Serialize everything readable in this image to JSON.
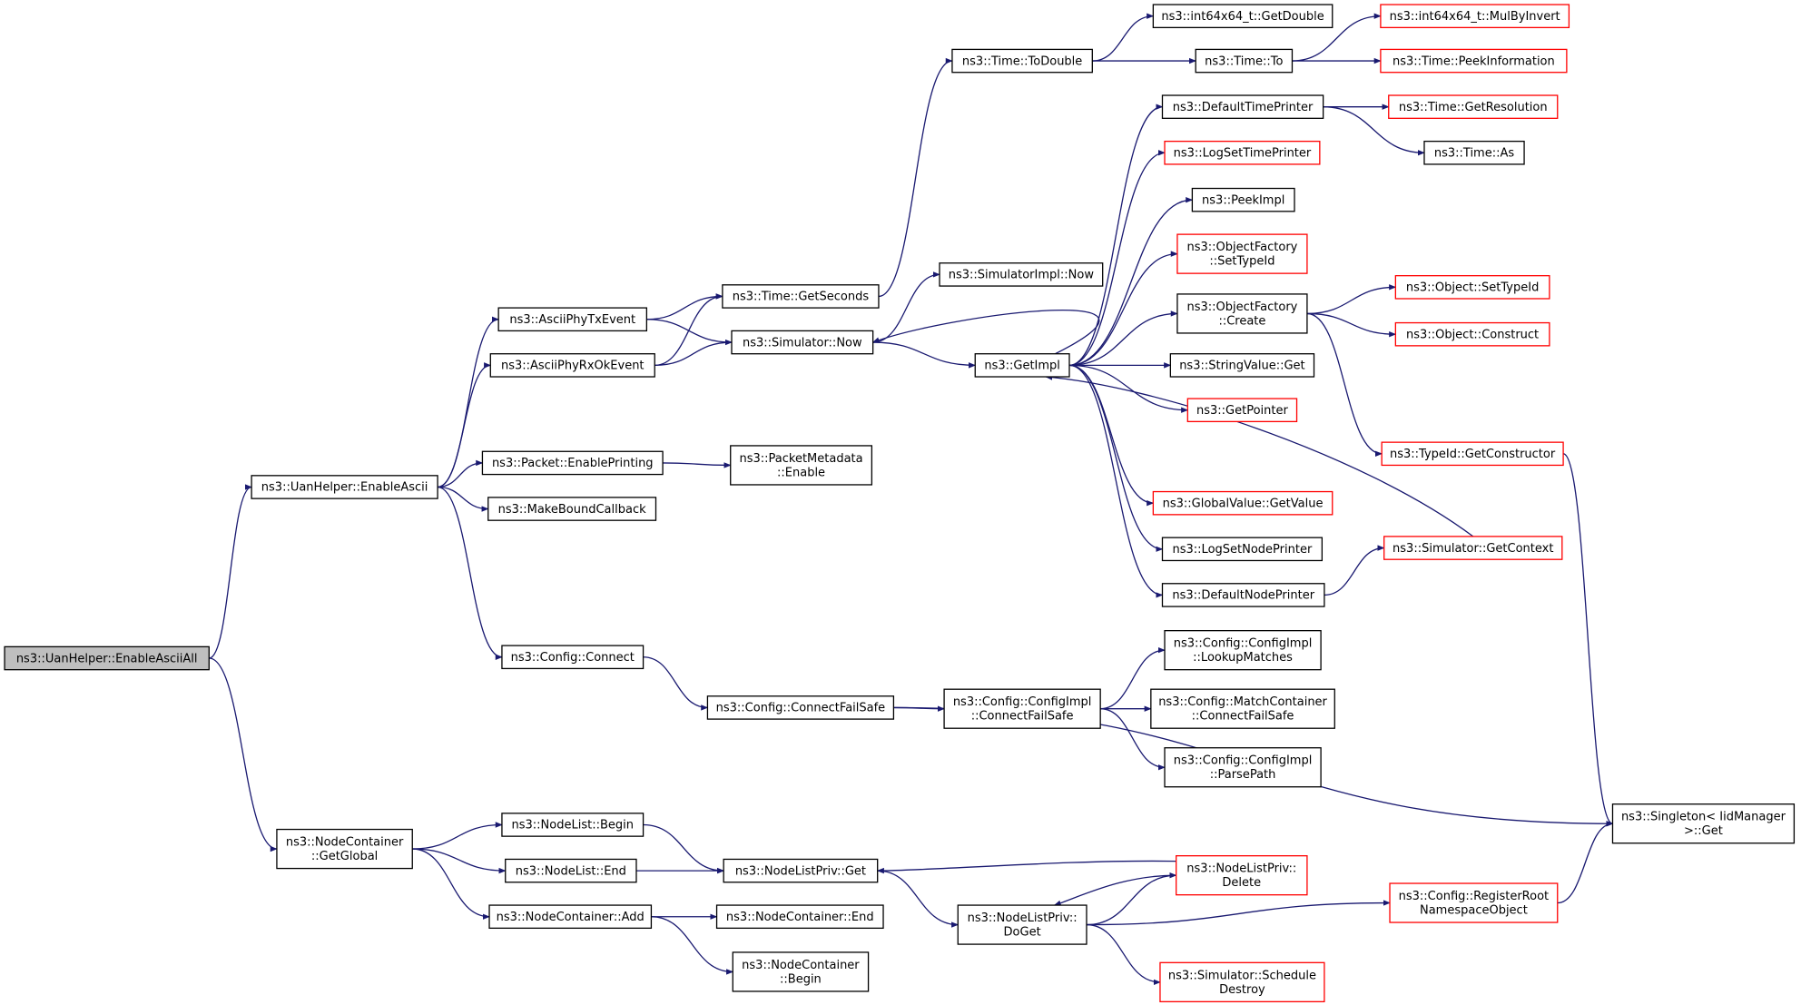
{
  "diagram": {
    "type": "call-graph",
    "colors": {
      "edge": "#191970",
      "root_fill": "#bfbfbf",
      "truncated_border": "#ff0000",
      "normal_border": "#000000"
    },
    "nodes": [
      {
        "id": "root",
        "lines": [
          "ns3::UanHelper::EnableAsciiAll"
        ],
        "style": "root"
      },
      {
        "id": "enableAscii",
        "lines": [
          "ns3::UanHelper::EnableAscii"
        ]
      },
      {
        "id": "getGlobal",
        "lines": [
          "ns3::NodeContainer",
          "::GetGlobal"
        ]
      },
      {
        "id": "txEvent",
        "lines": [
          "ns3::AsciiPhyTxEvent"
        ]
      },
      {
        "id": "rxOkEvent",
        "lines": [
          "ns3::AsciiPhyRxOkEvent"
        ]
      },
      {
        "id": "enablePrinting",
        "lines": [
          "ns3::Packet::EnablePrinting"
        ]
      },
      {
        "id": "makeBound",
        "lines": [
          "ns3::MakeBoundCallback"
        ]
      },
      {
        "id": "cfgConnect",
        "lines": [
          "ns3::Config::Connect"
        ]
      },
      {
        "id": "getSeconds",
        "lines": [
          "ns3::Time::GetSeconds"
        ]
      },
      {
        "id": "simNow",
        "lines": [
          "ns3::Simulator::Now"
        ]
      },
      {
        "id": "pmEnable",
        "lines": [
          "ns3::PacketMetadata",
          "::Enable"
        ]
      },
      {
        "id": "connectFailSafe",
        "lines": [
          "ns3::Config::ConnectFailSafe"
        ]
      },
      {
        "id": "toDouble",
        "lines": [
          "ns3::Time::ToDouble"
        ]
      },
      {
        "id": "implNow",
        "lines": [
          "ns3::SimulatorImpl::Now"
        ]
      },
      {
        "id": "getImpl",
        "lines": [
          "ns3::GetImpl"
        ]
      },
      {
        "id": "ciConnectFailSafe",
        "lines": [
          "ns3::Config::ConfigImpl",
          "::ConnectFailSafe"
        ]
      },
      {
        "id": "getDouble",
        "lines": [
          "ns3::int64x64_t::GetDouble"
        ]
      },
      {
        "id": "timeTo",
        "lines": [
          "ns3::Time::To"
        ]
      },
      {
        "id": "defTimePrinter",
        "lines": [
          "ns3::DefaultTimePrinter"
        ]
      },
      {
        "id": "logSetTime",
        "lines": [
          "ns3::LogSetTimePrinter"
        ],
        "style": "red"
      },
      {
        "id": "peekImpl",
        "lines": [
          "ns3::PeekImpl"
        ]
      },
      {
        "id": "ofSetTypeId",
        "lines": [
          "ns3::ObjectFactory",
          "::SetTypeId"
        ],
        "style": "red"
      },
      {
        "id": "ofCreate",
        "lines": [
          "ns3::ObjectFactory",
          "::Create"
        ]
      },
      {
        "id": "svGet",
        "lines": [
          "ns3::StringValue::Get"
        ]
      },
      {
        "id": "getPointer",
        "lines": [
          "ns3::GetPointer"
        ],
        "style": "red"
      },
      {
        "id": "gvGetValue",
        "lines": [
          "ns3::GlobalValue::GetValue"
        ],
        "style": "red"
      },
      {
        "id": "logSetNode",
        "lines": [
          "ns3::LogSetNodePrinter"
        ]
      },
      {
        "id": "defNodePrinter",
        "lines": [
          "ns3::DefaultNodePrinter"
        ]
      },
      {
        "id": "lookupMatches",
        "lines": [
          "ns3::Config::ConfigImpl",
          "::LookupMatches"
        ]
      },
      {
        "id": "mcConnectFailSafe",
        "lines": [
          "ns3::Config::MatchContainer",
          "::ConnectFailSafe"
        ]
      },
      {
        "id": "parsePath",
        "lines": [
          "ns3::Config::ConfigImpl",
          "::ParsePath"
        ]
      },
      {
        "id": "mulByInvert",
        "lines": [
          "ns3::int64x64_t::MulByInvert"
        ],
        "style": "red"
      },
      {
        "id": "peekInfo",
        "lines": [
          "ns3::Time::PeekInformation"
        ],
        "style": "red"
      },
      {
        "id": "getResolution",
        "lines": [
          "ns3::Time::GetResolution"
        ],
        "style": "red"
      },
      {
        "id": "timeAs",
        "lines": [
          "ns3::Time::As"
        ]
      },
      {
        "id": "objSetTypeId",
        "lines": [
          "ns3::Object::SetTypeId"
        ],
        "style": "red"
      },
      {
        "id": "objConstruct",
        "lines": [
          "ns3::Object::Construct"
        ],
        "style": "red"
      },
      {
        "id": "getConstructor",
        "lines": [
          "ns3::TypeId::GetConstructor"
        ],
        "style": "red"
      },
      {
        "id": "simGetContext",
        "lines": [
          "ns3::Simulator::GetContext"
        ],
        "style": "red"
      },
      {
        "id": "singletonGet",
        "lines": [
          "ns3::Singleton< IidManager",
          " >::Get"
        ]
      },
      {
        "id": "nlBegin",
        "lines": [
          "ns3::NodeList::Begin"
        ]
      },
      {
        "id": "nlEnd",
        "lines": [
          "ns3::NodeList::End"
        ]
      },
      {
        "id": "ncAdd",
        "lines": [
          "ns3::NodeContainer::Add"
        ]
      },
      {
        "id": "nlpGet",
        "lines": [
          "ns3::NodeListPriv::Get"
        ]
      },
      {
        "id": "ncEnd",
        "lines": [
          "ns3::NodeContainer::End"
        ]
      },
      {
        "id": "ncBegin",
        "lines": [
          "ns3::NodeContainer",
          "::Begin"
        ]
      },
      {
        "id": "nlpDoGet",
        "lines": [
          "ns3::NodeListPriv::",
          "DoGet"
        ]
      },
      {
        "id": "nlpDelete",
        "lines": [
          "ns3::NodeListPriv::",
          "Delete"
        ],
        "style": "red"
      },
      {
        "id": "registerRoot",
        "lines": [
          "ns3::Config::RegisterRoot",
          "NamespaceObject"
        ],
        "style": "red"
      },
      {
        "id": "scheduleDestroy",
        "lines": [
          "ns3::Simulator::Schedule",
          "Destroy"
        ],
        "style": "red"
      }
    ],
    "edges": [
      [
        "root",
        "enableAscii"
      ],
      [
        "root",
        "getGlobal"
      ],
      [
        "enableAscii",
        "txEvent"
      ],
      [
        "enableAscii",
        "rxOkEvent"
      ],
      [
        "enableAscii",
        "enablePrinting"
      ],
      [
        "enableAscii",
        "makeBound"
      ],
      [
        "enableAscii",
        "cfgConnect"
      ],
      [
        "txEvent",
        "getSeconds"
      ],
      [
        "txEvent",
        "simNow"
      ],
      [
        "rxOkEvent",
        "getSeconds"
      ],
      [
        "rxOkEvent",
        "simNow"
      ],
      [
        "getSeconds",
        "toDouble"
      ],
      [
        "toDouble",
        "getDouble"
      ],
      [
        "toDouble",
        "timeTo"
      ],
      [
        "timeTo",
        "mulByInvert"
      ],
      [
        "timeTo",
        "peekInfo"
      ],
      [
        "simNow",
        "implNow"
      ],
      [
        "simNow",
        "getImpl"
      ],
      [
        "getImpl",
        "simNow"
      ],
      [
        "getImpl",
        "defTimePrinter"
      ],
      [
        "getImpl",
        "logSetTime"
      ],
      [
        "getImpl",
        "peekImpl"
      ],
      [
        "getImpl",
        "ofSetTypeId"
      ],
      [
        "getImpl",
        "ofCreate"
      ],
      [
        "getImpl",
        "svGet"
      ],
      [
        "getImpl",
        "getPointer"
      ],
      [
        "getImpl",
        "gvGetValue"
      ],
      [
        "getImpl",
        "logSetNode"
      ],
      [
        "getImpl",
        "defNodePrinter"
      ],
      [
        "defTimePrinter",
        "getResolution"
      ],
      [
        "defTimePrinter",
        "timeAs"
      ],
      [
        "ofCreate",
        "objSetTypeId"
      ],
      [
        "ofCreate",
        "objConstruct"
      ],
      [
        "ofCreate",
        "getConstructor"
      ],
      [
        "getConstructor",
        "singletonGet"
      ],
      [
        "defNodePrinter",
        "simGetContext"
      ],
      [
        "simGetContext",
        "getImpl"
      ],
      [
        "enablePrinting",
        "pmEnable"
      ],
      [
        "cfgConnect",
        "connectFailSafe"
      ],
      [
        "connectFailSafe",
        "ciConnectFailSafe"
      ],
      [
        "connectFailSafe",
        "singletonGet"
      ],
      [
        "ciConnectFailSafe",
        "lookupMatches"
      ],
      [
        "ciConnectFailSafe",
        "mcConnectFailSafe"
      ],
      [
        "ciConnectFailSafe",
        "parsePath"
      ],
      [
        "getGlobal",
        "nlBegin"
      ],
      [
        "getGlobal",
        "nlEnd"
      ],
      [
        "getGlobal",
        "ncAdd"
      ],
      [
        "nlBegin",
        "nlpGet"
      ],
      [
        "nlEnd",
        "nlpGet"
      ],
      [
        "ncAdd",
        "ncEnd"
      ],
      [
        "ncAdd",
        "ncBegin"
      ],
      [
        "nlpGet",
        "nlpDoGet"
      ],
      [
        "nlpDoGet",
        "nlpDelete"
      ],
      [
        "nlpDelete",
        "nlpDoGet"
      ],
      [
        "nlpDelete",
        "nlpGet"
      ],
      [
        "nlpDoGet",
        "registerRoot"
      ],
      [
        "nlpDoGet",
        "scheduleDestroy"
      ],
      [
        "registerRoot",
        "singletonGet"
      ]
    ]
  }
}
